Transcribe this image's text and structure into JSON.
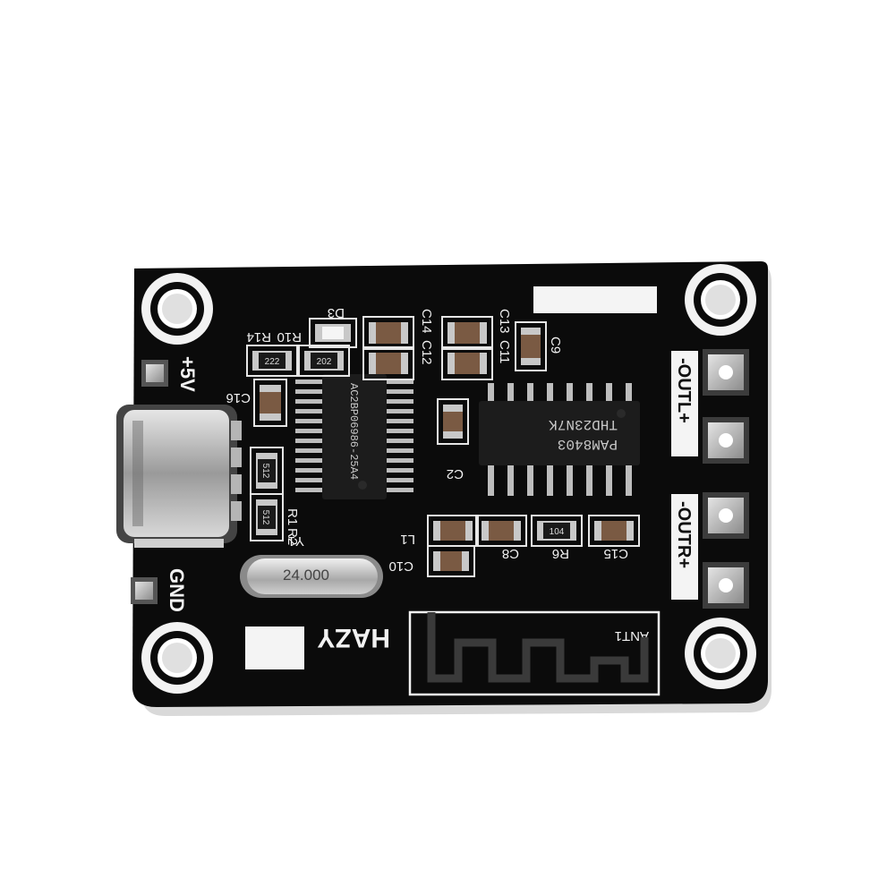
{
  "board": {
    "colors": {
      "pcb": "#0b0b0b",
      "silkscreen": "#f2f2f2",
      "pad": "#c9c9c9",
      "chip": "#1c1c1c",
      "capacitor": "#7a5a43"
    },
    "brand": "HAZY",
    "pins": {
      "vcc": "+5V",
      "gnd": "GND",
      "out_left": "-OUTL+",
      "out_right": "-OUTR+"
    },
    "references": {
      "d3": "D3",
      "r10": "R10",
      "r14": "R14",
      "c14": "C14",
      "c12": "C12",
      "c13": "C13",
      "c11": "C11",
      "c9": "C9",
      "c16": "C16",
      "c2": "C2",
      "r1": "R1",
      "r2": "R2",
      "y1": "Y1",
      "l1": "L1",
      "c10": "C10",
      "c8": "C8",
      "r6": "R6",
      "c15": "C15",
      "ant": "ANT1"
    },
    "smd_codes": {
      "r10": "222",
      "r14": "202",
      "r1": "512",
      "r2": "512",
      "r6": "104"
    },
    "chips": {
      "bluetooth_marking": "AC2BP06986-25A4",
      "amp_line1": "THD23N7K",
      "amp_line2": "PAM8403"
    },
    "crystal": "24.000"
  }
}
